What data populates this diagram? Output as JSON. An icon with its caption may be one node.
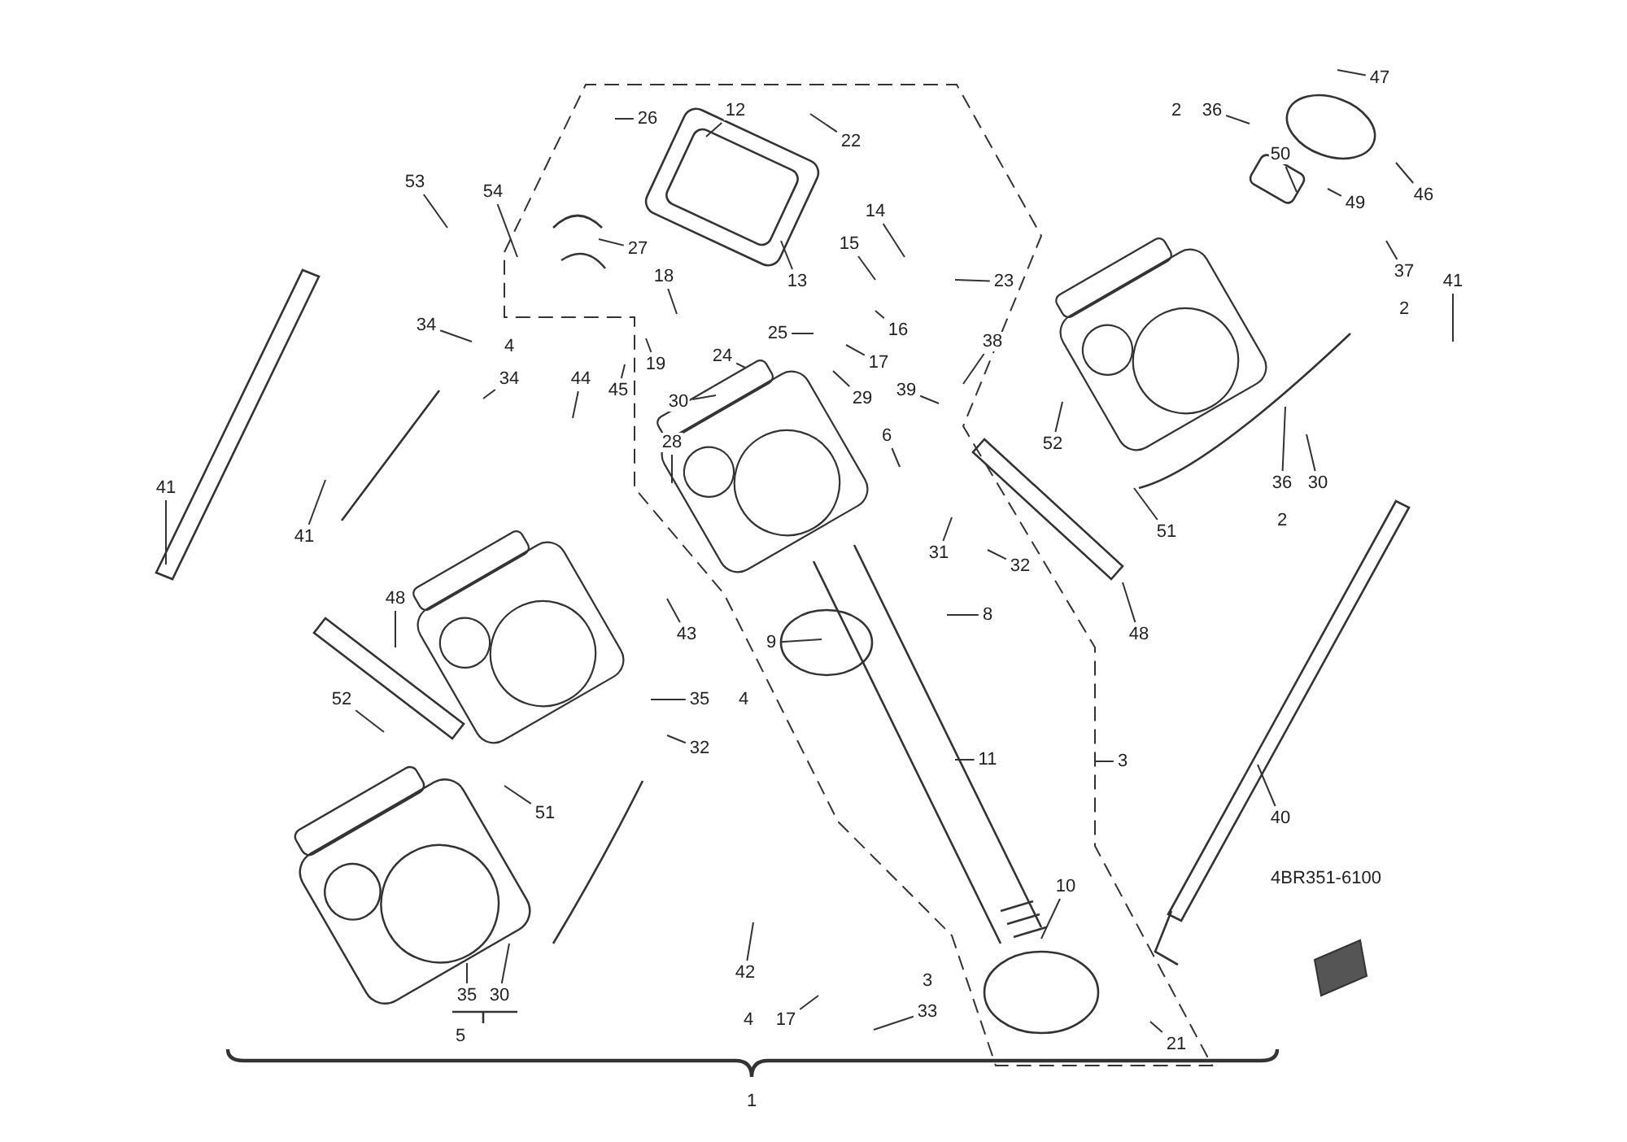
{
  "diagram": {
    "nodes": [
      {
        "text": [
          "47"
        ]
      },
      {
        "text": [
          "12"
        ]
      },
      {
        "text": [
          "26"
        ]
      },
      {
        "text": [
          "36"
        ]
      },
      {
        "text": [
          "22"
        ]
      },
      {
        "text": [
          "50"
        ]
      },
      {
        "text": [
          "46"
        ]
      },
      {
        "text": [
          "53"
        ]
      },
      {
        "text": [
          "49"
        ]
      },
      {
        "text": [
          "54"
        ]
      },
      {
        "text": [
          "14"
        ]
      },
      {
        "text": [
          "27"
        ]
      },
      {
        "text": [
          "15"
        ]
      },
      {
        "text": [
          "37"
        ]
      },
      {
        "text": [
          "18"
        ]
      },
      {
        "text": [
          "13"
        ]
      },
      {
        "text": [
          "23"
        ]
      },
      {
        "text": [
          "41"
        ]
      },
      {
        "text": [
          "16"
        ]
      },
      {
        "text": [
          "34"
        ]
      },
      {
        "text": [
          "25"
        ]
      },
      {
        "text": [
          "38"
        ]
      },
      {
        "text": [
          "24"
        ]
      },
      {
        "text": [
          "19"
        ]
      },
      {
        "text": [
          "17"
        ]
      },
      {
        "text": [
          "34"
        ]
      },
      {
        "text": [
          "44"
        ]
      },
      {
        "text": [
          "45"
        ]
      },
      {
        "text": [
          "30"
        ]
      },
      {
        "text": [
          "29"
        ]
      },
      {
        "text": [
          "39"
        ]
      },
      {
        "text": [
          "36"
        ]
      },
      {
        "text": [
          "30"
        ]
      },
      {
        "text": [
          "6"
        ]
      },
      {
        "text": [
          "28"
        ]
      },
      {
        "text": [
          "52"
        ]
      },
      {
        "text": [
          "41"
        ]
      },
      {
        "text": [
          "41"
        ]
      },
      {
        "text": [
          "51"
        ]
      },
      {
        "text": [
          "31"
        ]
      },
      {
        "text": [
          "32"
        ]
      },
      {
        "text": [
          "48"
        ]
      },
      {
        "text": [
          "8"
        ]
      },
      {
        "text": [
          "43"
        ]
      },
      {
        "text": [
          "48"
        ]
      },
      {
        "text": [
          "9"
        ]
      },
      {
        "text": [
          "52"
        ]
      },
      {
        "text": [
          "35"
        ]
      },
      {
        "text": [
          "32"
        ]
      },
      {
        "text": [
          "11"
        ]
      },
      {
        "text": [
          "3"
        ]
      },
      {
        "text": [
          "51"
        ]
      },
      {
        "text": [
          "40"
        ]
      },
      {
        "text": [
          "10"
        ]
      },
      {
        "text": [
          "42"
        ]
      },
      {
        "text": [
          "35"
        ]
      },
      {
        "text": [
          "30"
        ]
      },
      {
        "text": [
          "33"
        ]
      },
      {
        "text": [
          "17"
        ]
      },
      {
        "text": [
          "21"
        ]
      }
    ],
    "edges": [
      {
        "from": 0,
        "to": null,
        "arrow": "none"
      },
      {
        "from": 1,
        "to": null,
        "arrow": "none"
      },
      {
        "from": 2,
        "to": null,
        "arrow": "none"
      },
      {
        "from": 3,
        "to": null,
        "arrow": "none"
      },
      {
        "from": 4,
        "to": null,
        "arrow": "none"
      },
      {
        "from": 5,
        "to": null,
        "arrow": "none"
      },
      {
        "from": 6,
        "to": null,
        "arrow": "none"
      },
      {
        "from": 7,
        "to": null,
        "arrow": "none"
      },
      {
        "from": 8,
        "to": null,
        "arrow": "none"
      },
      {
        "from": 9,
        "to": null,
        "arrow": "none"
      },
      {
        "from": 10,
        "to": null,
        "arrow": "none"
      },
      {
        "from": 11,
        "to": null,
        "arrow": "none"
      },
      {
        "from": 12,
        "to": null,
        "arrow": "none"
      },
      {
        "from": 13,
        "to": null,
        "arrow": "none"
      },
      {
        "from": 14,
        "to": null,
        "arrow": "none"
      },
      {
        "from": 15,
        "to": null,
        "arrow": "none"
      },
      {
        "from": 16,
        "to": null,
        "arrow": "none"
      },
      {
        "from": 17,
        "to": null,
        "arrow": "none"
      },
      {
        "from": 18,
        "to": null,
        "arrow": "none"
      },
      {
        "from": 19,
        "to": null,
        "arrow": "none"
      },
      {
        "from": 20,
        "to": null,
        "arrow": "none"
      },
      {
        "from": 21,
        "to": null,
        "arrow": "none"
      },
      {
        "from": 22,
        "to": null,
        "arrow": "none"
      },
      {
        "from": 23,
        "to": null,
        "arrow": "none"
      },
      {
        "from": 24,
        "to": null,
        "arrow": "none"
      },
      {
        "from": 25,
        "to": null,
        "arrow": "none"
      },
      {
        "from": 26,
        "to": null,
        "arrow": "none"
      },
      {
        "from": 27,
        "to": null,
        "arrow": "none"
      },
      {
        "from": 28,
        "to": null,
        "arrow": "none"
      },
      {
        "from": 29,
        "to": null,
        "arrow": "none"
      },
      {
        "from": 30,
        "to": null,
        "arrow": "none"
      },
      {
        "from": 31,
        "to": null,
        "arrow": "none"
      },
      {
        "from": 32,
        "to": null,
        "arrow": "none"
      },
      {
        "from": 33,
        "to": null,
        "arrow": "none"
      },
      {
        "from": 34,
        "to": null,
        "arrow": "none"
      },
      {
        "from": 35,
        "to": null,
        "arrow": "none"
      },
      {
        "from": 36,
        "to": null,
        "arrow": "none"
      },
      {
        "from": 37,
        "to": null,
        "arrow": "none"
      },
      {
        "from": 38,
        "to": null,
        "arrow": "none"
      },
      {
        "from": 39,
        "to": null,
        "arrow": "none"
      },
      {
        "from": 40,
        "to": null,
        "arrow": "none"
      },
      {
        "from": 41,
        "to": null,
        "arrow": "none"
      },
      {
        "from": 42,
        "to": null,
        "arrow": "none"
      },
      {
        "from": 43,
        "to": null,
        "arrow": "none"
      },
      {
        "from": 44,
        "to": null,
        "arrow": "none"
      },
      {
        "from": 45,
        "to": null,
        "arrow": "none"
      },
      {
        "from": 46,
        "to": null,
        "arrow": "none"
      },
      {
        "from": 47,
        "to": null,
        "arrow": "none"
      },
      {
        "from": 48,
        "to": null,
        "arrow": "none"
      },
      {
        "from": 49,
        "to": null,
        "arrow": "none"
      },
      {
        "from": 50,
        "to": null,
        "arrow": "none"
      },
      {
        "from": 51,
        "to": null,
        "arrow": "none"
      },
      {
        "from": 52,
        "to": null,
        "arrow": "none"
      },
      {
        "from": 53,
        "to": null,
        "arrow": "none"
      },
      {
        "from": 54,
        "to": null,
        "arrow": "none"
      },
      {
        "from": 55,
        "to": null,
        "arrow": "none"
      },
      {
        "from": 56,
        "to": null,
        "arrow": "none"
      },
      {
        "from": 57,
        "to": null,
        "arrow": "none"
      },
      {
        "from": 58,
        "to": null,
        "arrow": "none"
      },
      {
        "from": 59,
        "to": null,
        "arrow": "none"
      }
    ],
    "labels": [
      "2",
      "2",
      "4",
      "2",
      "4",
      "4BR351-6100",
      "3",
      "4",
      "5",
      "1"
    ]
  }
}
